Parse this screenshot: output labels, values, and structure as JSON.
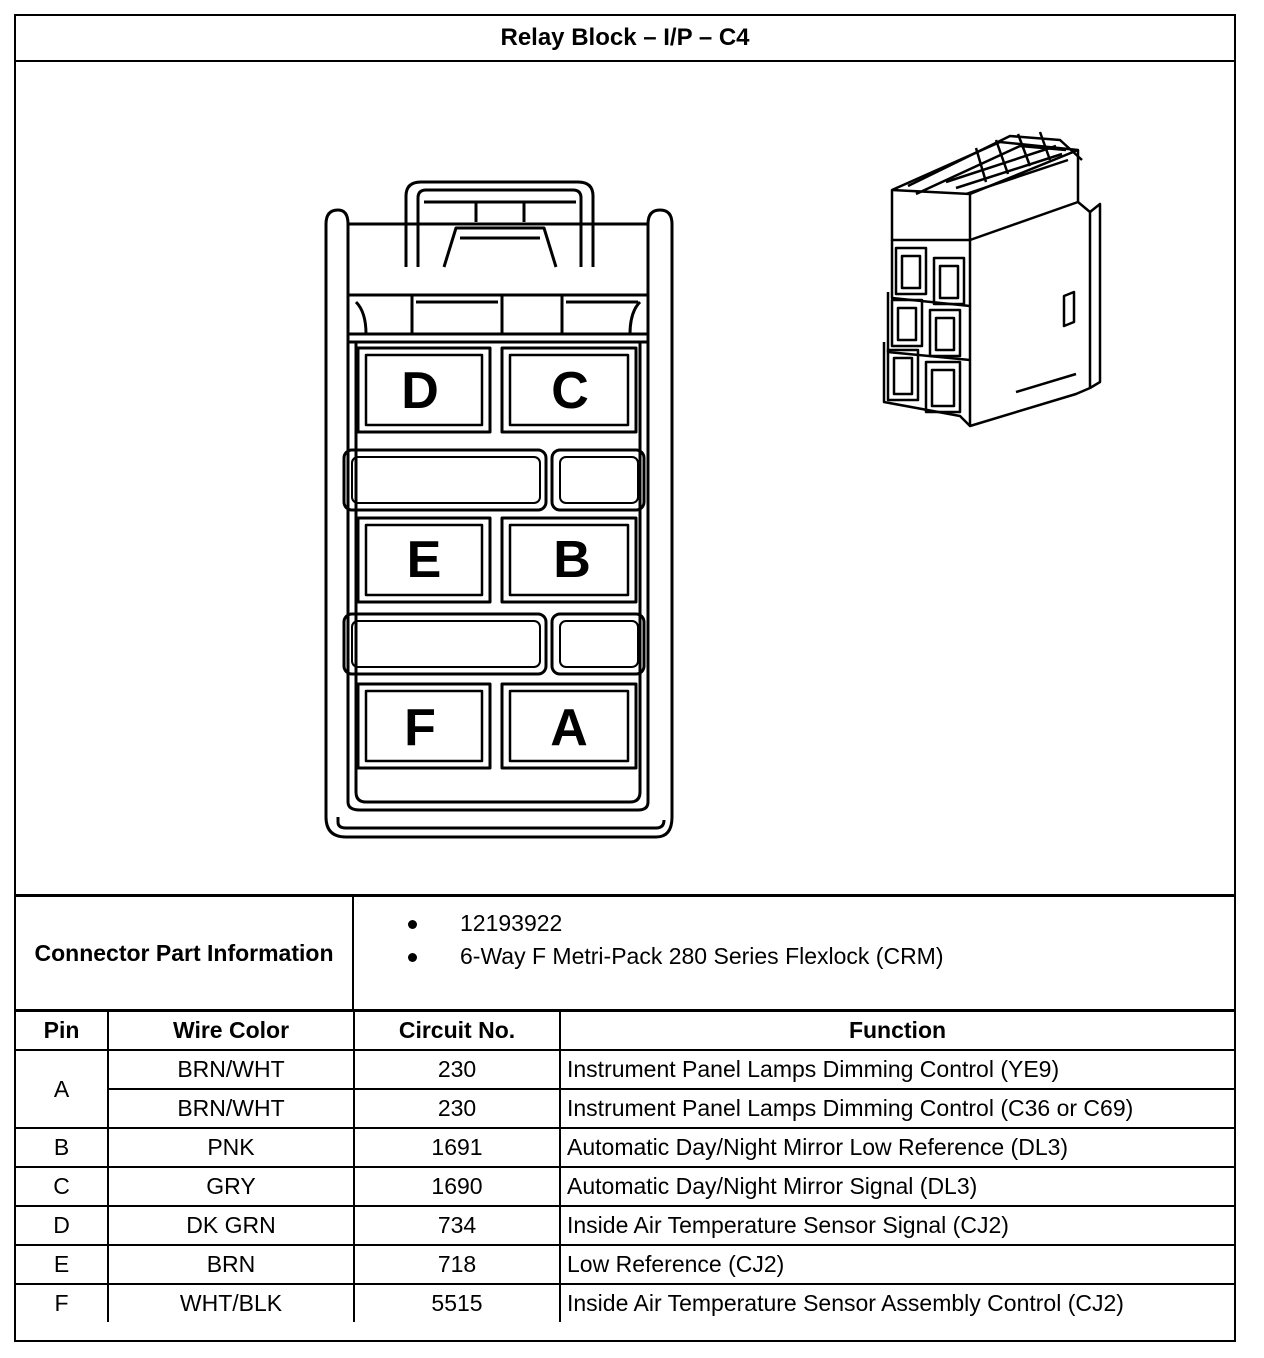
{
  "title": "Relay Block – I/P – C4",
  "connector_face": {
    "cavities": [
      {
        "label": "D"
      },
      {
        "label": "C"
      },
      {
        "label": "E"
      },
      {
        "label": "B"
      },
      {
        "label": "F"
      },
      {
        "label": "A"
      }
    ]
  },
  "part_info": {
    "label": "Connector Part Information",
    "items": [
      "12193922",
      "6-Way F Metri-Pack 280 Series Flexlock (CRM)"
    ]
  },
  "pin_table": {
    "headers": [
      "Pin",
      "Wire Color",
      "Circuit No.",
      "Function"
    ],
    "rows": [
      {
        "pin": "A",
        "wire_color": "BRN/WHT",
        "circuit": "230",
        "function": "Instrument Panel Lamps Dimming Control (YE9)"
      },
      {
        "pin": "",
        "wire_color": "BRN/WHT",
        "circuit": "230",
        "function": "Instrument Panel Lamps Dimming Control (C36 or C69)"
      },
      {
        "pin": "B",
        "wire_color": "PNK",
        "circuit": "1691",
        "function": "Automatic Day/Night Mirror Low Reference (DL3)"
      },
      {
        "pin": "C",
        "wire_color": "GRY",
        "circuit": "1690",
        "function": "Automatic Day/Night Mirror Signal (DL3)"
      },
      {
        "pin": "D",
        "wire_color": "DK GRN",
        "circuit": "734",
        "function": "Inside Air Temperature Sensor Signal (CJ2)"
      },
      {
        "pin": "E",
        "wire_color": "BRN",
        "circuit": "718",
        "function": "Low Reference (CJ2)"
      },
      {
        "pin": "F",
        "wire_color": "WHT/BLK",
        "circuit": "5515",
        "function": "Inside Air Temperature Sensor Assembly Control (CJ2)"
      }
    ]
  }
}
